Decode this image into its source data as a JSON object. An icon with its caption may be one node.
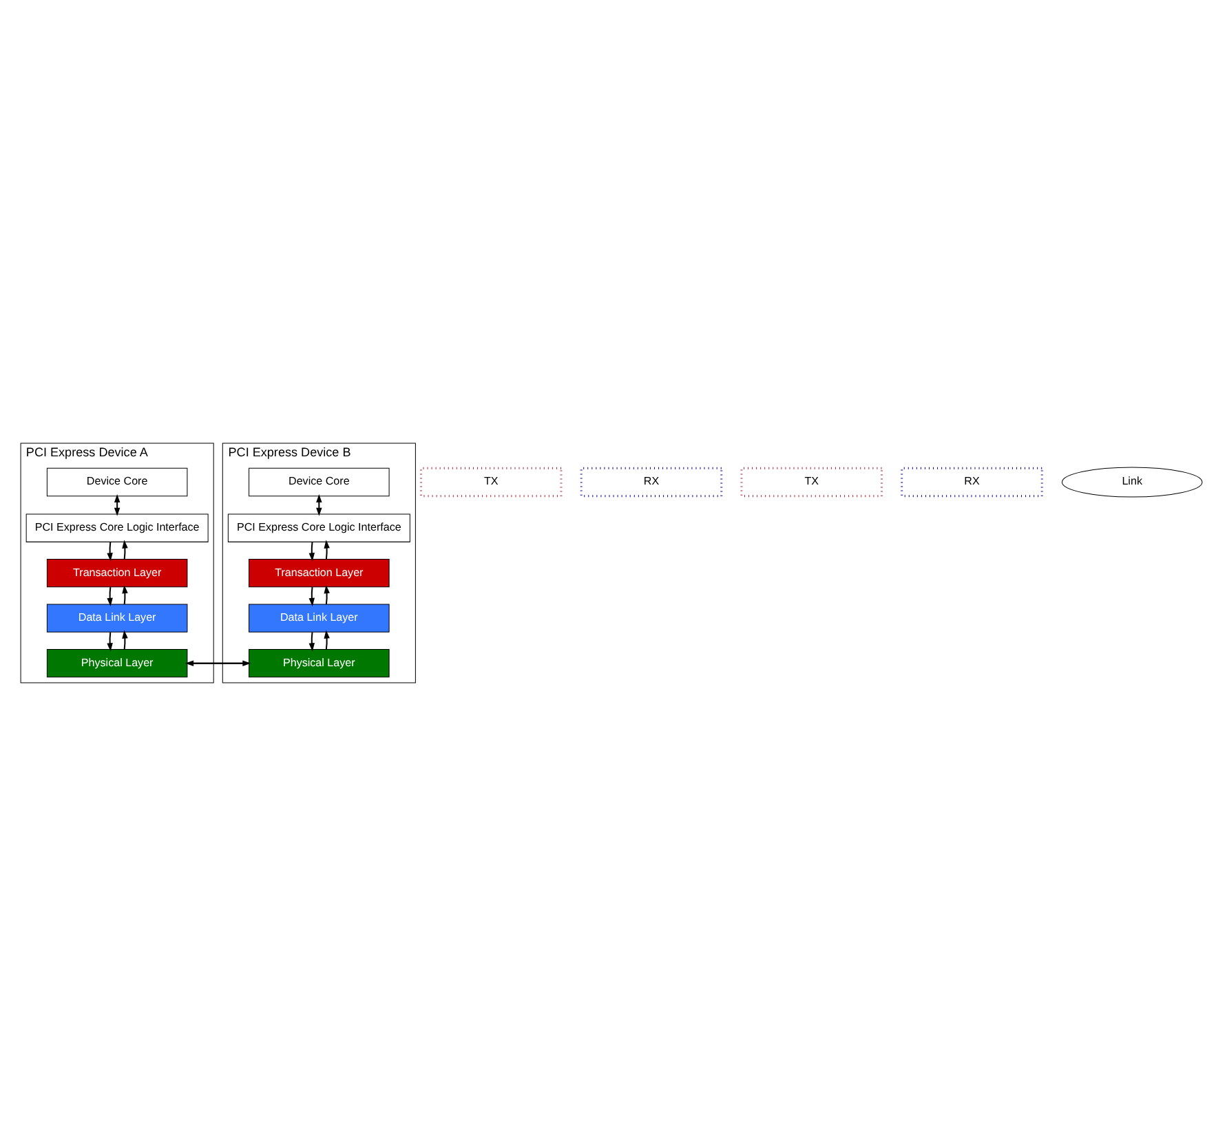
{
  "diagram": {
    "nodes": [
      {
        "text": [
          "PCI Express Device A"
        ]
      },
      {
        "text": [
          "Device Core"
        ],
        "in": 0
      },
      {
        "text": [
          "PCI Express Core Logic Interface"
        ],
        "in": 0
      },
      {
        "text": [
          "Transaction Layer"
        ],
        "in": 0
      },
      {
        "text": [
          "Data Link Layer"
        ],
        "in": 0
      },
      {
        "text": [
          "Physical Layer"
        ],
        "in": 0
      },
      {
        "text": [
          "TX"
        ]
      },
      {
        "text": [
          "RX"
        ]
      },
      {
        "text": [
          "PCI Express Device B"
        ]
      },
      {
        "text": [
          "Device Core"
        ],
        "in": 8
      },
      {
        "text": [
          "PCI Express Core Logic Interface"
        ],
        "in": 8
      },
      {
        "text": [
          "Transaction Layer"
        ],
        "in": 8
      },
      {
        "text": [
          "Data Link Layer"
        ],
        "in": 8
      },
      {
        "text": [
          "Physical Layer"
        ],
        "in": 8
      },
      {
        "text": [
          "TX"
        ]
      },
      {
        "text": [
          "RX"
        ]
      },
      {
        "text": [
          "Link"
        ]
      }
    ],
    "edges": [
      {
        "from": 1,
        "to": 2,
        "arrow": "both"
      },
      {
        "from": 2,
        "to": 3,
        "arrow": "to"
      },
      {
        "from": 3,
        "to": 4,
        "arrow": "to"
      },
      {
        "from": 4,
        "to": 5,
        "arrow": "to"
      },
      {
        "from": 5,
        "to": 4,
        "arrow": "to"
      },
      {
        "from": 4,
        "to": 3,
        "arrow": "to"
      },
      {
        "from": 3,
        "to": 2,
        "arrow": "to"
      },
      {
        "from": 9,
        "to": 10,
        "arrow": "both"
      },
      {
        "from": 10,
        "to": 11,
        "arrow": "to"
      },
      {
        "from": 11,
        "to": 12,
        "arrow": "to"
      },
      {
        "from": 12,
        "to": 13,
        "arrow": "to"
      },
      {
        "from": 13,
        "to": 12,
        "arrow": "to"
      },
      {
        "from": 12,
        "to": 11,
        "arrow": "to"
      },
      {
        "from": 11,
        "to": 10,
        "arrow": "to"
      },
      {
        "from": 5,
        "to": 13,
        "arrow": "to"
      },
      {
        "from": 13,
        "to": 5,
        "arrow": "to"
      }
    ]
  }
}
